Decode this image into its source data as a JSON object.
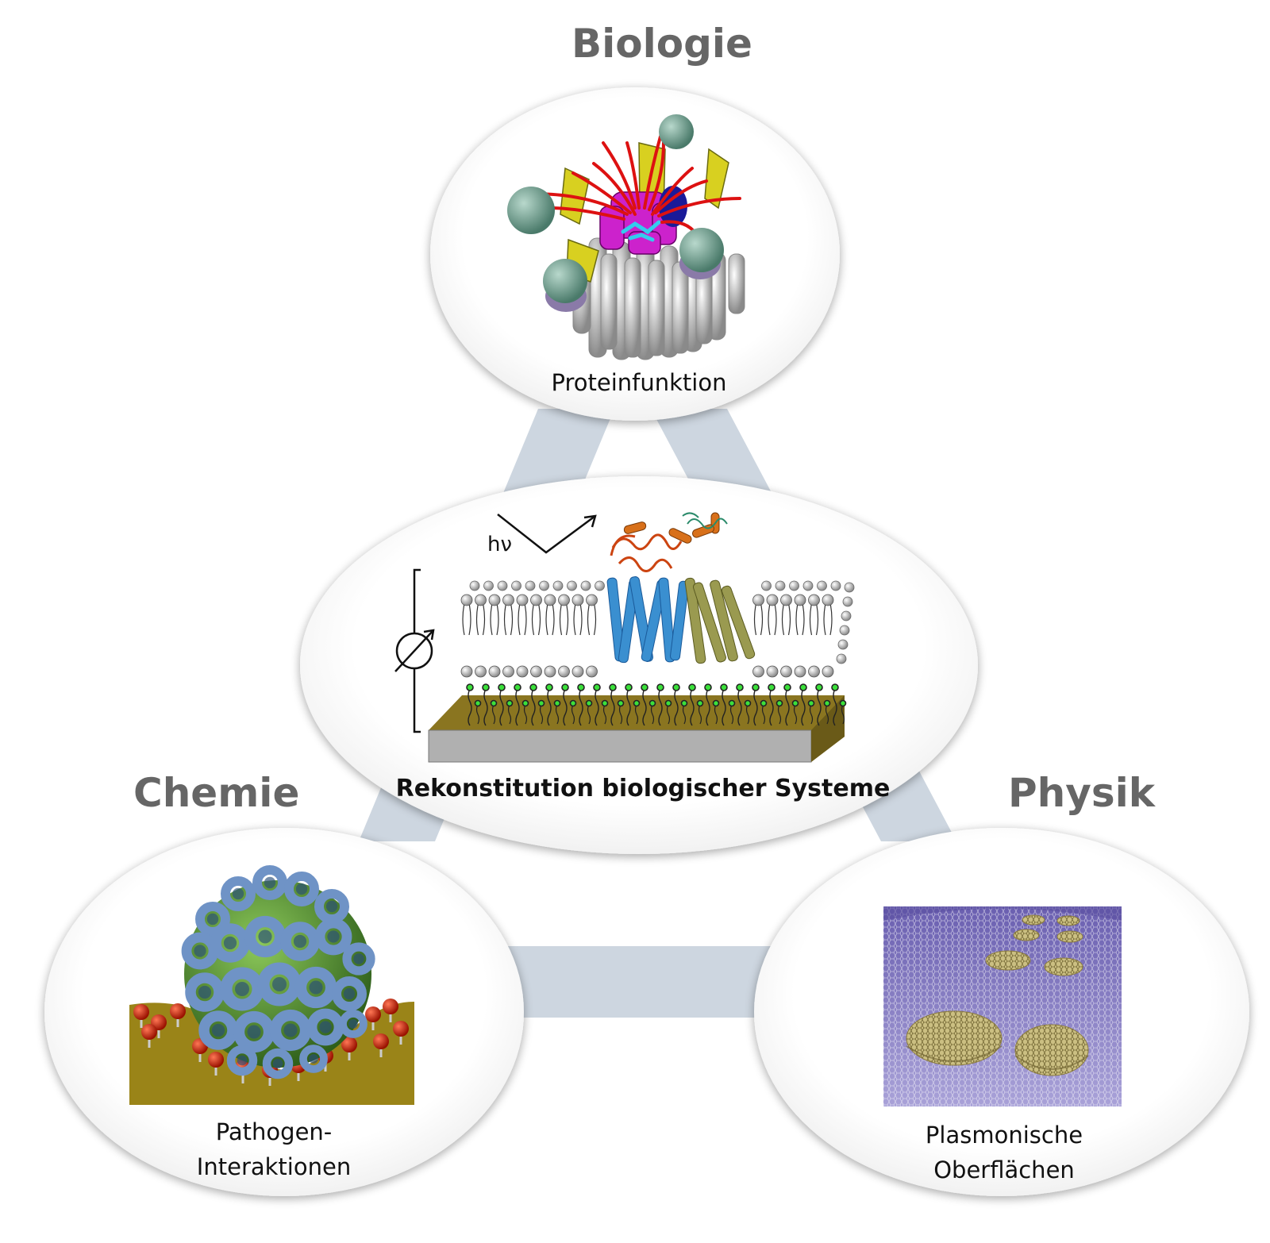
{
  "headings": {
    "biology": "Biologie",
    "chemistry": "Chemie",
    "physics": "Physik"
  },
  "captions": {
    "protein": "Proteinfunktion",
    "reconstitution": "Rekonstitution biologischer Systeme",
    "pathogen_line1": "Pathogen-",
    "pathogen_line2": "Interaktionen",
    "plasmonic_line1": "Plasmonische",
    "plasmonic_line2": "Oberflächen"
  },
  "symbols": {
    "light": "hν"
  },
  "colors": {
    "connector": "#cdd6e0",
    "heading_text": "#666666",
    "gold_substrate": "#8a7520",
    "membrane_protein_blue": "#3a8fd0",
    "membrane_protein_olive": "#9a9a50",
    "sphere_green": "#4e8a2c",
    "ring_blue": "#6f93c6",
    "surface_purple": "#7b73b8",
    "disc_gold": "#c8b87a",
    "protein_magenta": "#cc22cc",
    "ligand_red": "#dd1111",
    "sphere_teal": "#6a9a8a",
    "beta_yellow": "#d8d020"
  },
  "icons": [
    "light-arrow-icon",
    "voltmeter-icon"
  ]
}
